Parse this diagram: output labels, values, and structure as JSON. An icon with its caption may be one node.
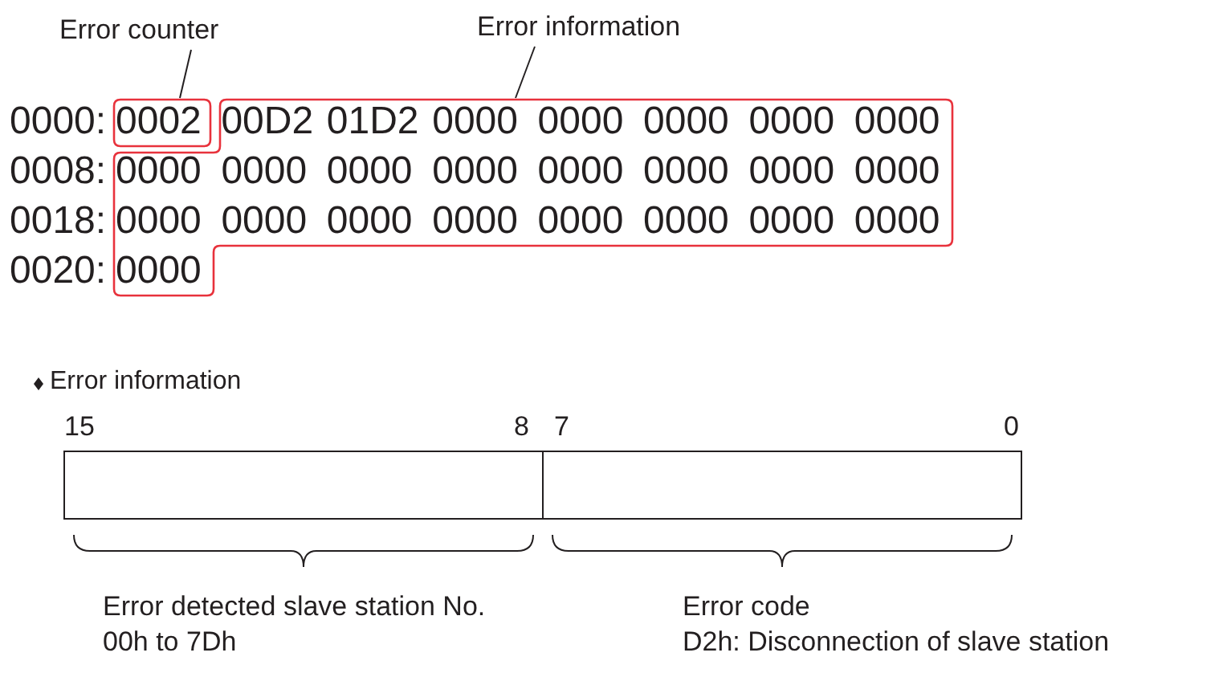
{
  "diagram": {
    "nodes": [
      {
        "text": [
          "Error counter"
        ]
      },
      {
        "text": [
          "Error information"
        ]
      },
      {
        "text": [],
        "shape": "box"
      },
      {
        "text": [],
        "shape": "box"
      }
    ],
    "edges": [
      {
        "from": 0,
        "to": 2,
        "arrow": "none"
      },
      {
        "from": 1,
        "to": 3,
        "arrow": "none"
      }
    ],
    "labels": [
      "0000:",
      "0002",
      "00D2",
      "01D2",
      "0000",
      "0000",
      "0000",
      "0000",
      "0000",
      "0008:",
      "0000",
      "0000",
      "0000",
      "0000",
      "0000",
      "0000",
      "0000",
      "0000",
      "0018:",
      "0000",
      "0000",
      "0000",
      "0000",
      "0000",
      "0000",
      "0000",
      "0000",
      "0020:",
      "0000",
      "Error information",
      "15",
      "8",
      "7",
      "0",
      "Error detected slave station No.",
      "00h to 7Dh",
      "Error code",
      "D2h: Disconnection of slave station"
    ]
  }
}
